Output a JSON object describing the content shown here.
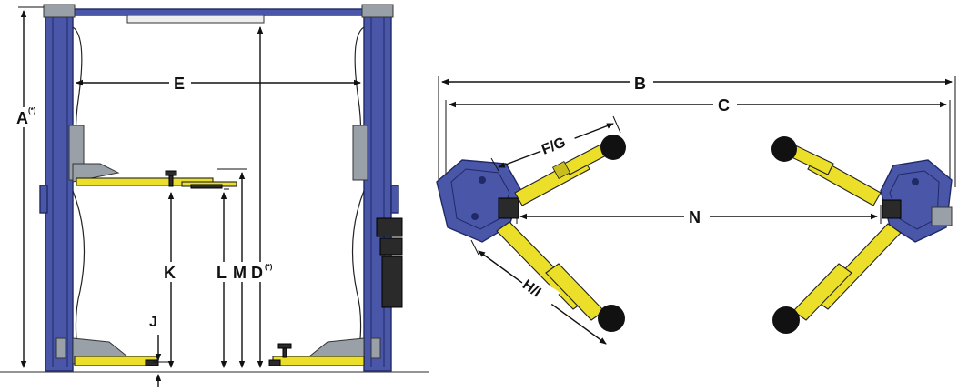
{
  "labels": {
    "A": "A",
    "A_note": "(*)",
    "B": "B",
    "C": "C",
    "D": "D",
    "D_note": "(*)",
    "E": "E",
    "FG": "F/G",
    "HI": "H/I",
    "J": "J",
    "K": "K",
    "L": "L",
    "M": "M",
    "N": "N"
  },
  "colors": {
    "column": "#4a57a8",
    "arm": "#ecdf2a",
    "pad": "#111111"
  }
}
